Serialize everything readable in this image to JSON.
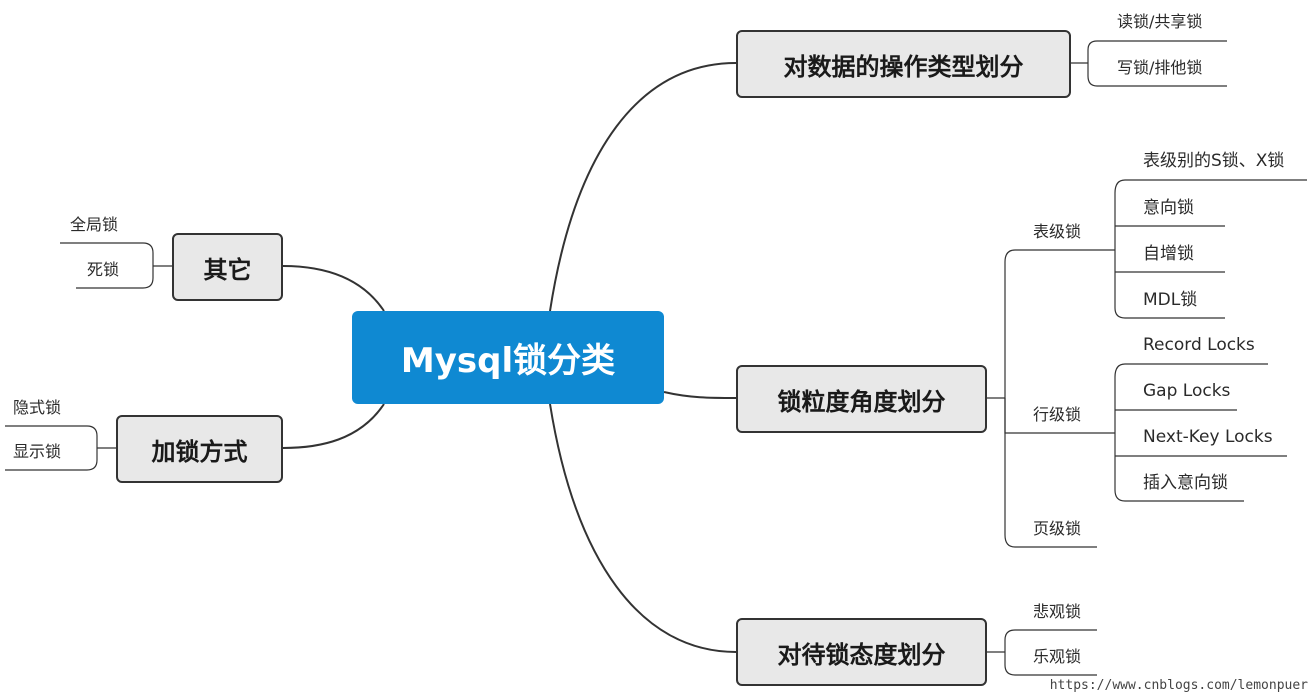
{
  "center": {
    "title": "Mysql锁分类"
  },
  "branches": {
    "data_ops": {
      "label": "对数据的操作类型划分",
      "leaves": [
        "读锁/共享锁",
        "写锁/排他锁"
      ]
    },
    "granularity": {
      "label": "锁粒度角度划分",
      "table_level": {
        "label": "表级锁",
        "leaves": [
          "表级别的S锁、X锁",
          "意向锁",
          "自增锁",
          "MDL锁"
        ]
      },
      "row_level": {
        "label": "行级锁",
        "leaves": [
          "Record Locks",
          "Gap Locks",
          "Next-Key Locks",
          "插入意向锁"
        ]
      },
      "page_level": {
        "label": "页级锁"
      }
    },
    "attitude": {
      "label": "对待锁态度划分",
      "leaves": [
        "悲观锁",
        "乐观锁"
      ]
    },
    "other": {
      "label": "其它",
      "leaves": [
        "全局锁",
        "死锁"
      ]
    },
    "method": {
      "label": "加锁方式",
      "leaves": [
        "隐式锁",
        "显示锁"
      ]
    }
  },
  "watermark": "https://www.cnblogs.com/lemonpuer"
}
